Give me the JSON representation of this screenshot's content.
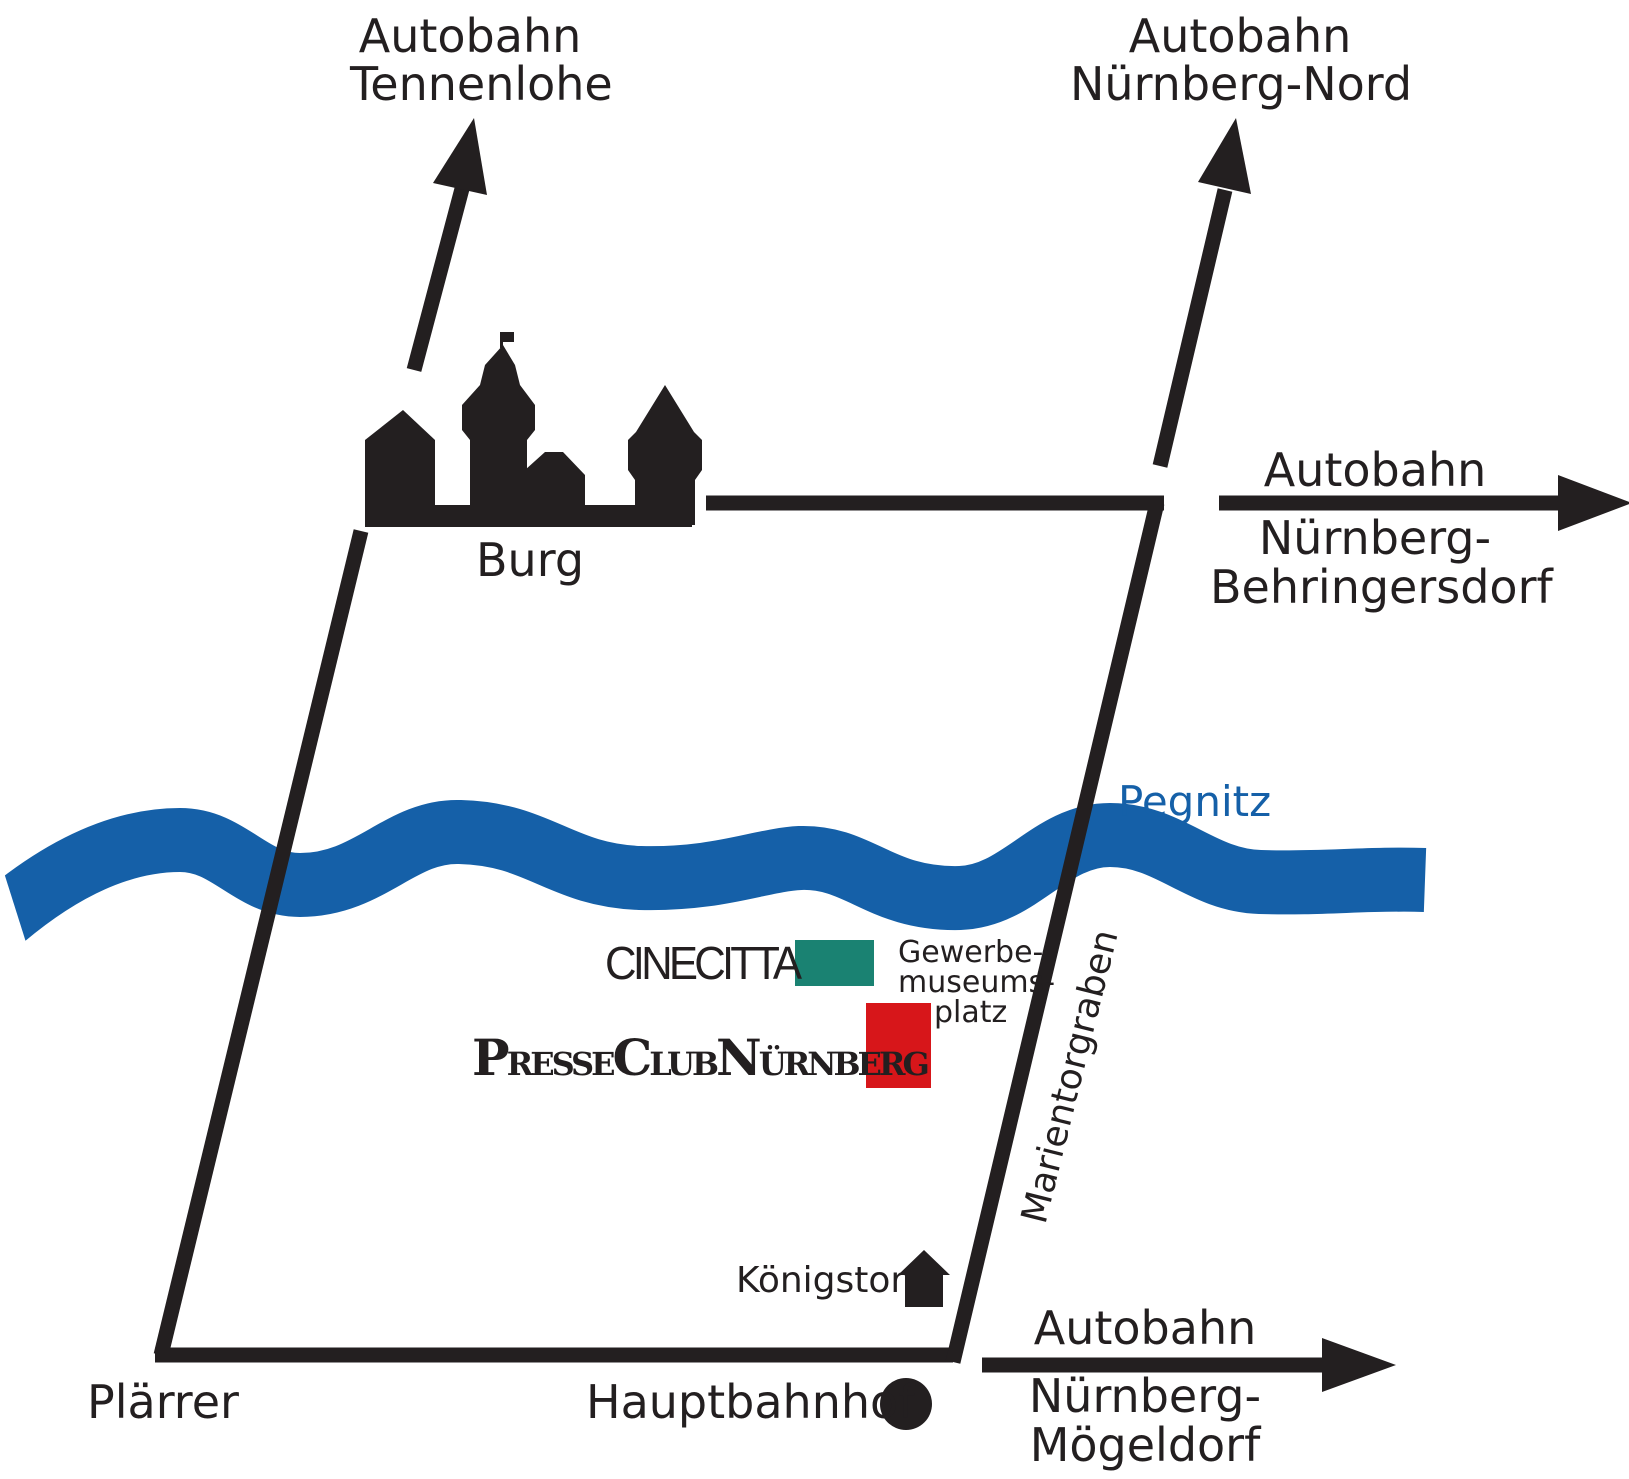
{
  "labels": {
    "autobahn_tennenlohe": [
      "Autobahn",
      "Tennenlohe"
    ],
    "autobahn_nord": [
      "Autobahn",
      "Nürnberg-Nord"
    ],
    "autobahn_behringersdorf": [
      "Autobahn",
      "Nürnberg-",
      "Behringersdorf"
    ],
    "autobahn_moegeldorf": [
      "Autobahn",
      "Nürnberg-",
      "Mögeldorf"
    ],
    "burg": "Burg",
    "pegnitz": "Pegnitz",
    "cinecitta": "CINECITTA",
    "presseclub": {
      "p1_big": "P",
      "p1_small": "RESSE",
      "p2_big": "C",
      "p2_small": "LUB",
      "p3_big": "N",
      "p3_small": "ÜRNBERG"
    },
    "gewerbemuseumsplatz": [
      "Gewerbe-",
      "museums-",
      "platz"
    ],
    "marientorgraben": "Marientorgraben",
    "koenigstor": "Königstor",
    "plaerrer": "Plärrer",
    "hauptbahnhof": "Hauptbahnhof"
  },
  "colors": {
    "ink": "#231f20",
    "river": "#1560a8",
    "cinecitta_marker": "#1a8272",
    "presseclub_marker": "#d7161a"
  },
  "icons": {
    "castle": "castle-icon",
    "koenigstor": "gate-tower-icon",
    "hauptbahnhof": "station-dot-icon"
  }
}
